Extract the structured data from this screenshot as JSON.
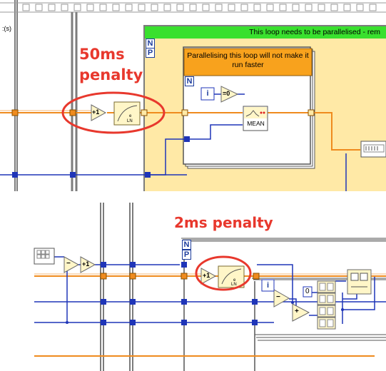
{
  "top_panel": {
    "corner_label": ":(s)",
    "banner_text": "This loop needs to be parallelised - rem",
    "warning_text": "Parallelising this loop will not make it run faster",
    "penalty_line1": "50ms",
    "penalty_line2": "penalty",
    "outer_loop_terminal": "N",
    "outer_loop_terminal_p": "P",
    "inner_loop_terminal": "N",
    "i_terminal": "i",
    "increment_label": "+1",
    "equals_zero_label": "=0",
    "mean_label": "MEAN",
    "ln_label": "LN",
    "ln_e": "e"
  },
  "bottom_panel": {
    "penalty_text": "2ms penalty",
    "loop_terminal_n": "N",
    "loop_terminal_p": "P",
    "i_terminal": "i",
    "increment_label": "+1",
    "increment_label_2": "+1",
    "minus_label": "−",
    "plus_label": "+",
    "constant_zero": "0",
    "ln_label": "LN",
    "ln_e": "e"
  },
  "colors": {
    "orange_wire": "#ef8b1e",
    "blue_wire": "#1f35b8",
    "yellow_bg": "#ffe9a6",
    "green_banner": "#39e02e",
    "warning_orange": "#f8a21d",
    "red_annotation": "#e8382d",
    "loop_gray": "#7c7c7c"
  }
}
